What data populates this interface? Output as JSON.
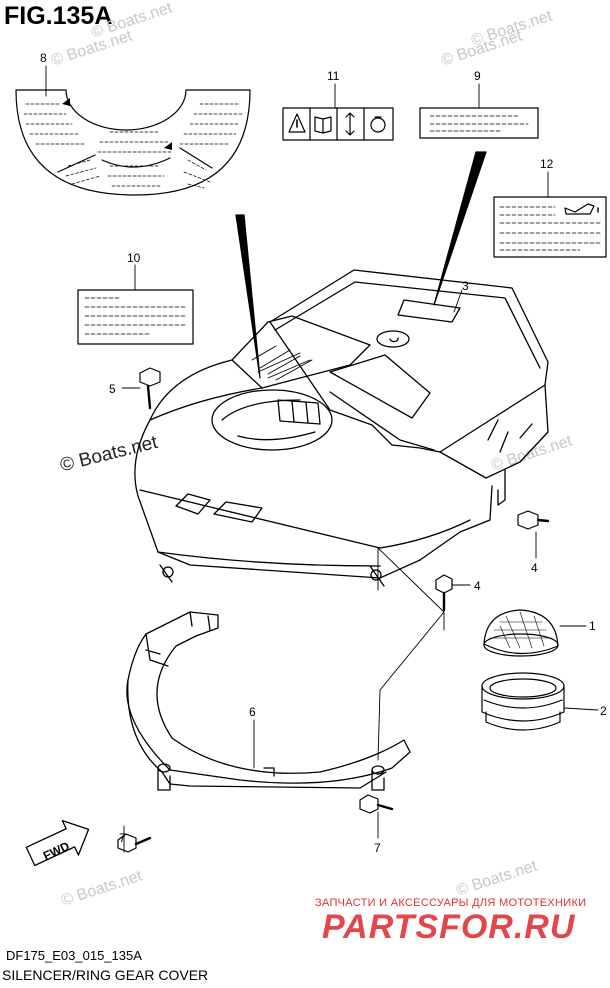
{
  "figure": {
    "title": "FIG.135A",
    "code": "DF175_E03_015_135A",
    "caption": "SILENCER/RING GEAR COVER"
  },
  "watermarks": {
    "main": "© Boats.net",
    "faint": "© Boats.net"
  },
  "shop": {
    "line": "ЗАПЧАСТИ И АКСЕССУАРЫ ДЛЯ МОТОТЕХНИКИ",
    "logo": "PARTSFOR.RU"
  },
  "fwd_label": "FWD",
  "callouts": {
    "c1": "1",
    "c2": "2",
    "c3": "3",
    "c4a": "4",
    "c4b": "4",
    "c5": "5",
    "c6": "6",
    "c7a": "7",
    "c7b": "7",
    "c8": "8",
    "c9": "9",
    "c10": "10",
    "c11": "11",
    "c12": "12"
  },
  "colors": {
    "line": "#000000",
    "shop_red": "#e2474d",
    "watermark": "#c7c7c7"
  },
  "icons": [
    "warning-icon",
    "manual-icon",
    "arrows-icon",
    "oil-can-icon"
  ]
}
